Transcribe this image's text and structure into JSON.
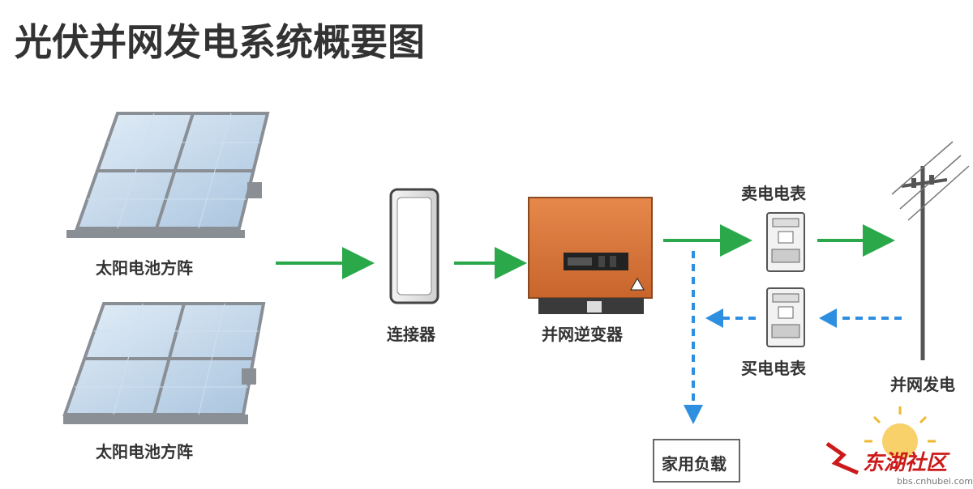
{
  "title": "光伏并网发电系统概要图",
  "labels": {
    "solar_array_top": "太阳电池方阵",
    "solar_array_bottom": "太阳电池方阵",
    "connector": "连接器",
    "inverter": "并网逆变器",
    "sell_meter": "卖电电表",
    "buy_meter": "买电电表",
    "grid": "并网发电",
    "home_load": "家用负载"
  },
  "watermark": {
    "name": "东湖社区",
    "url": "bbs.cnhubei.com"
  },
  "colors": {
    "arrow_green": "#2aa84a",
    "arrow_blue": "#2e8fe0",
    "inverter_orange": "#d9763a",
    "panel_blue": "#bcd4ea",
    "frame_gray": "#8a8f96"
  }
}
